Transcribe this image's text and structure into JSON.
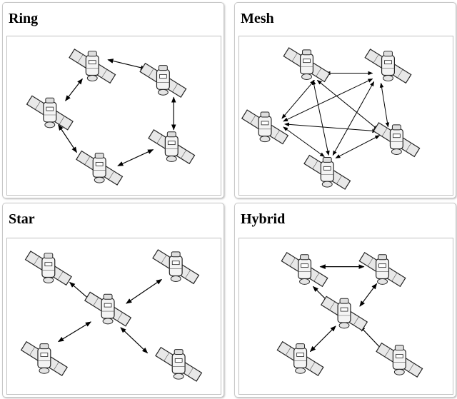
{
  "panels": {
    "ring": {
      "title": "Ring"
    },
    "mesh": {
      "title": "Mesh"
    },
    "star": {
      "title": "Star"
    },
    "hybrid": {
      "title": "Hybrid"
    }
  },
  "icon": "satellite-icon",
  "colors": {
    "satellite_fill": "#ececec",
    "outline": "#222222",
    "arrow": "#000000",
    "border": "#c0c0c0"
  }
}
